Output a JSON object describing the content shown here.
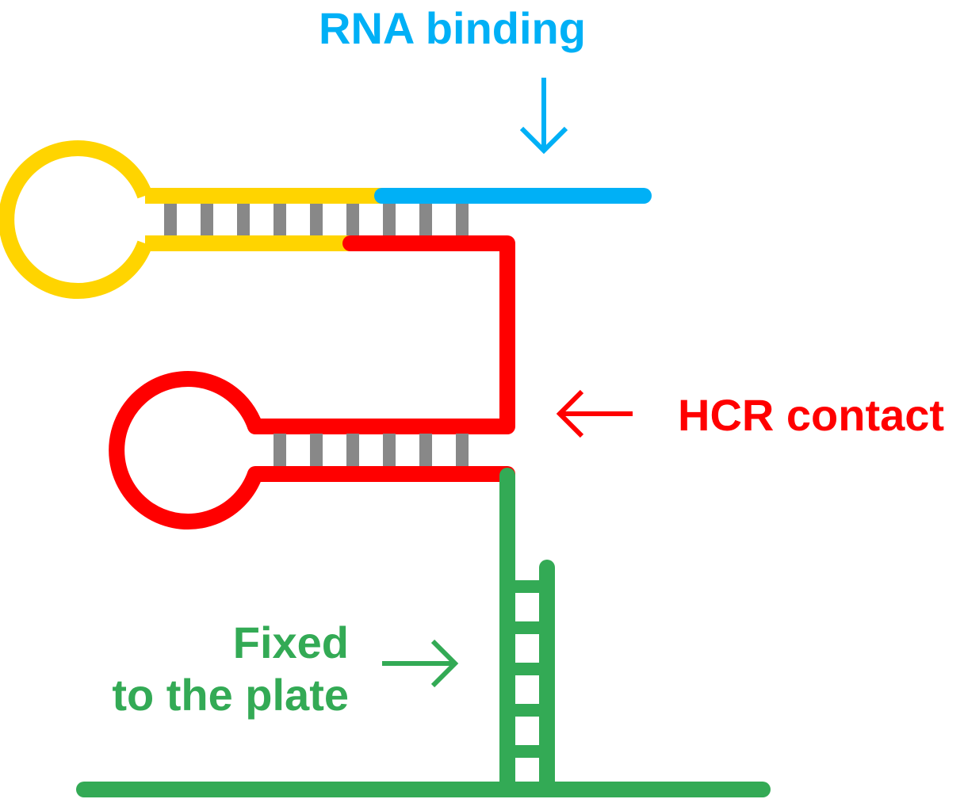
{
  "colors": {
    "yellow": "#FFD400",
    "blue": "#00B0F6",
    "red": "#FF0000",
    "green": "#33AA55",
    "gray": "#888888"
  },
  "labels": {
    "rna_binding": "RNA binding",
    "hcr_contact": "HCR contact",
    "fixed_line1": "Fixed",
    "fixed_line2": "to the plate"
  }
}
